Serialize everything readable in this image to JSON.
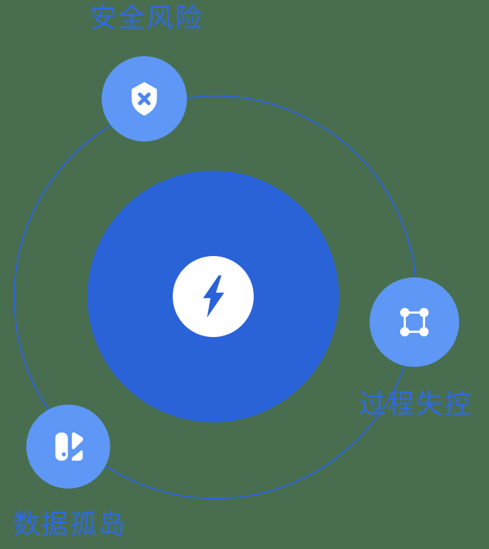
{
  "diagram": {
    "type": "hub-and-orbit",
    "center": {
      "icon": "lightning-icon"
    },
    "orbit_nodes": [
      {
        "id": "security-risk",
        "label": "安全风险",
        "icon": "shield-x-icon",
        "position": "top-left"
      },
      {
        "id": "process-out-of-control",
        "label": "过程失控",
        "icon": "transform-square-icon",
        "position": "right"
      },
      {
        "id": "data-silo",
        "label": "数据孤岛",
        "icon": "cards-icon",
        "position": "bottom-left"
      }
    ],
    "colors": {
      "background_green": "#486E4F",
      "core_blue": "#2A62D8",
      "node_blue": "#5E97F5",
      "ring_blue": "#2D64DE",
      "label_blue": "#2F6AE1",
      "icon_white": "#FFFFFF",
      "shield_x_blue": "#4C86F0"
    }
  }
}
